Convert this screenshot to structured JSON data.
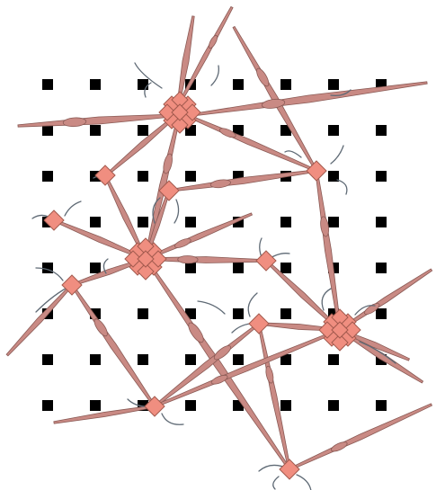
{
  "figure": {
    "background": "#ffffff",
    "dot_color": "#000000",
    "colors": {
      "fiber_fill": "#c98a84",
      "fiber_stroke": "#8a5a55",
      "node_fill": "#f08e80",
      "node_stroke": "#a35a4e",
      "thread_stroke": "#5f6a75"
    },
    "grid": {
      "rows": 8,
      "cols": 8
    },
    "hub_nodes": [
      "hub-top",
      "hub-left",
      "hub-right"
    ],
    "minor_nodes": [
      "node-1",
      "node-2",
      "node-3",
      "node-4",
      "node-5",
      "node-6",
      "node-7",
      "node-8",
      "node-9"
    ]
  }
}
